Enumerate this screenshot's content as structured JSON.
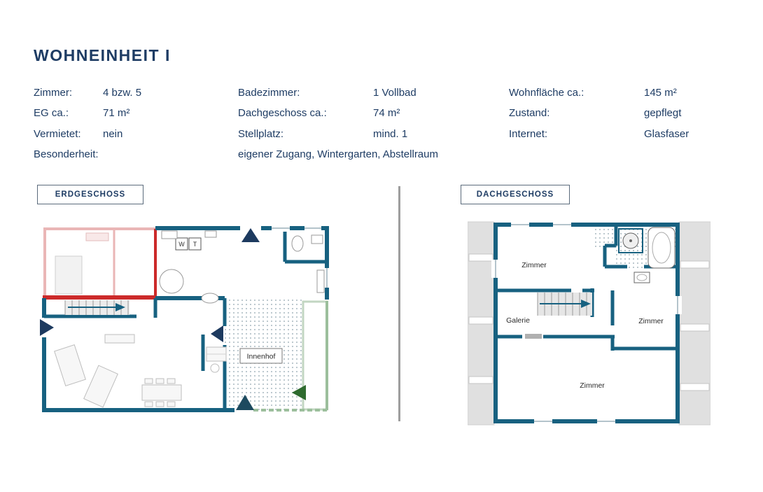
{
  "title": "WOHNEINHEIT I",
  "details": {
    "zimmer": {
      "label": "Zimmer:",
      "value": "4 bzw. 5"
    },
    "eg": {
      "label": "EG ca.:",
      "value": "71 m²"
    },
    "vermietet": {
      "label": "Vermietet:",
      "value": "nein"
    },
    "besonderheit": {
      "label": "Besonderheit:",
      "value": "eigener Zugang, Wintergarten, Abstellraum"
    },
    "badezimmer": {
      "label": "Badezimmer:",
      "value": "1 Vollbad"
    },
    "dachgeschoss": {
      "label": "Dachgeschoss ca.:",
      "value": "74 m²"
    },
    "stellplatz": {
      "label": "Stellplatz:",
      "value": "mind. 1"
    },
    "wohnflaeche": {
      "label": "Wohnfläche ca.:",
      "value": "145 m²"
    },
    "zustand": {
      "label": "Zustand:",
      "value": "gepflegt"
    },
    "internet": {
      "label": "Internet:",
      "value": "Glasfaser"
    }
  },
  "floorplans": {
    "eg": {
      "title": "ERDGESCHOSS",
      "innenhof": "Innenhof",
      "washer": "W",
      "dryer": "T"
    },
    "dg": {
      "title": "DACHGESCHOSS",
      "zimmer_top": "Zimmer",
      "galerie": "Galerie",
      "zimmer_right": "Zimmer",
      "zimmer_bottom": "Zimmer"
    }
  },
  "colors": {
    "navy_text": "#1e3c64",
    "wall_teal": "#176180",
    "wall_red": "#cc2a2a",
    "wall_green": "#8fbf8f",
    "roof_gray": "#e0e0e0"
  }
}
